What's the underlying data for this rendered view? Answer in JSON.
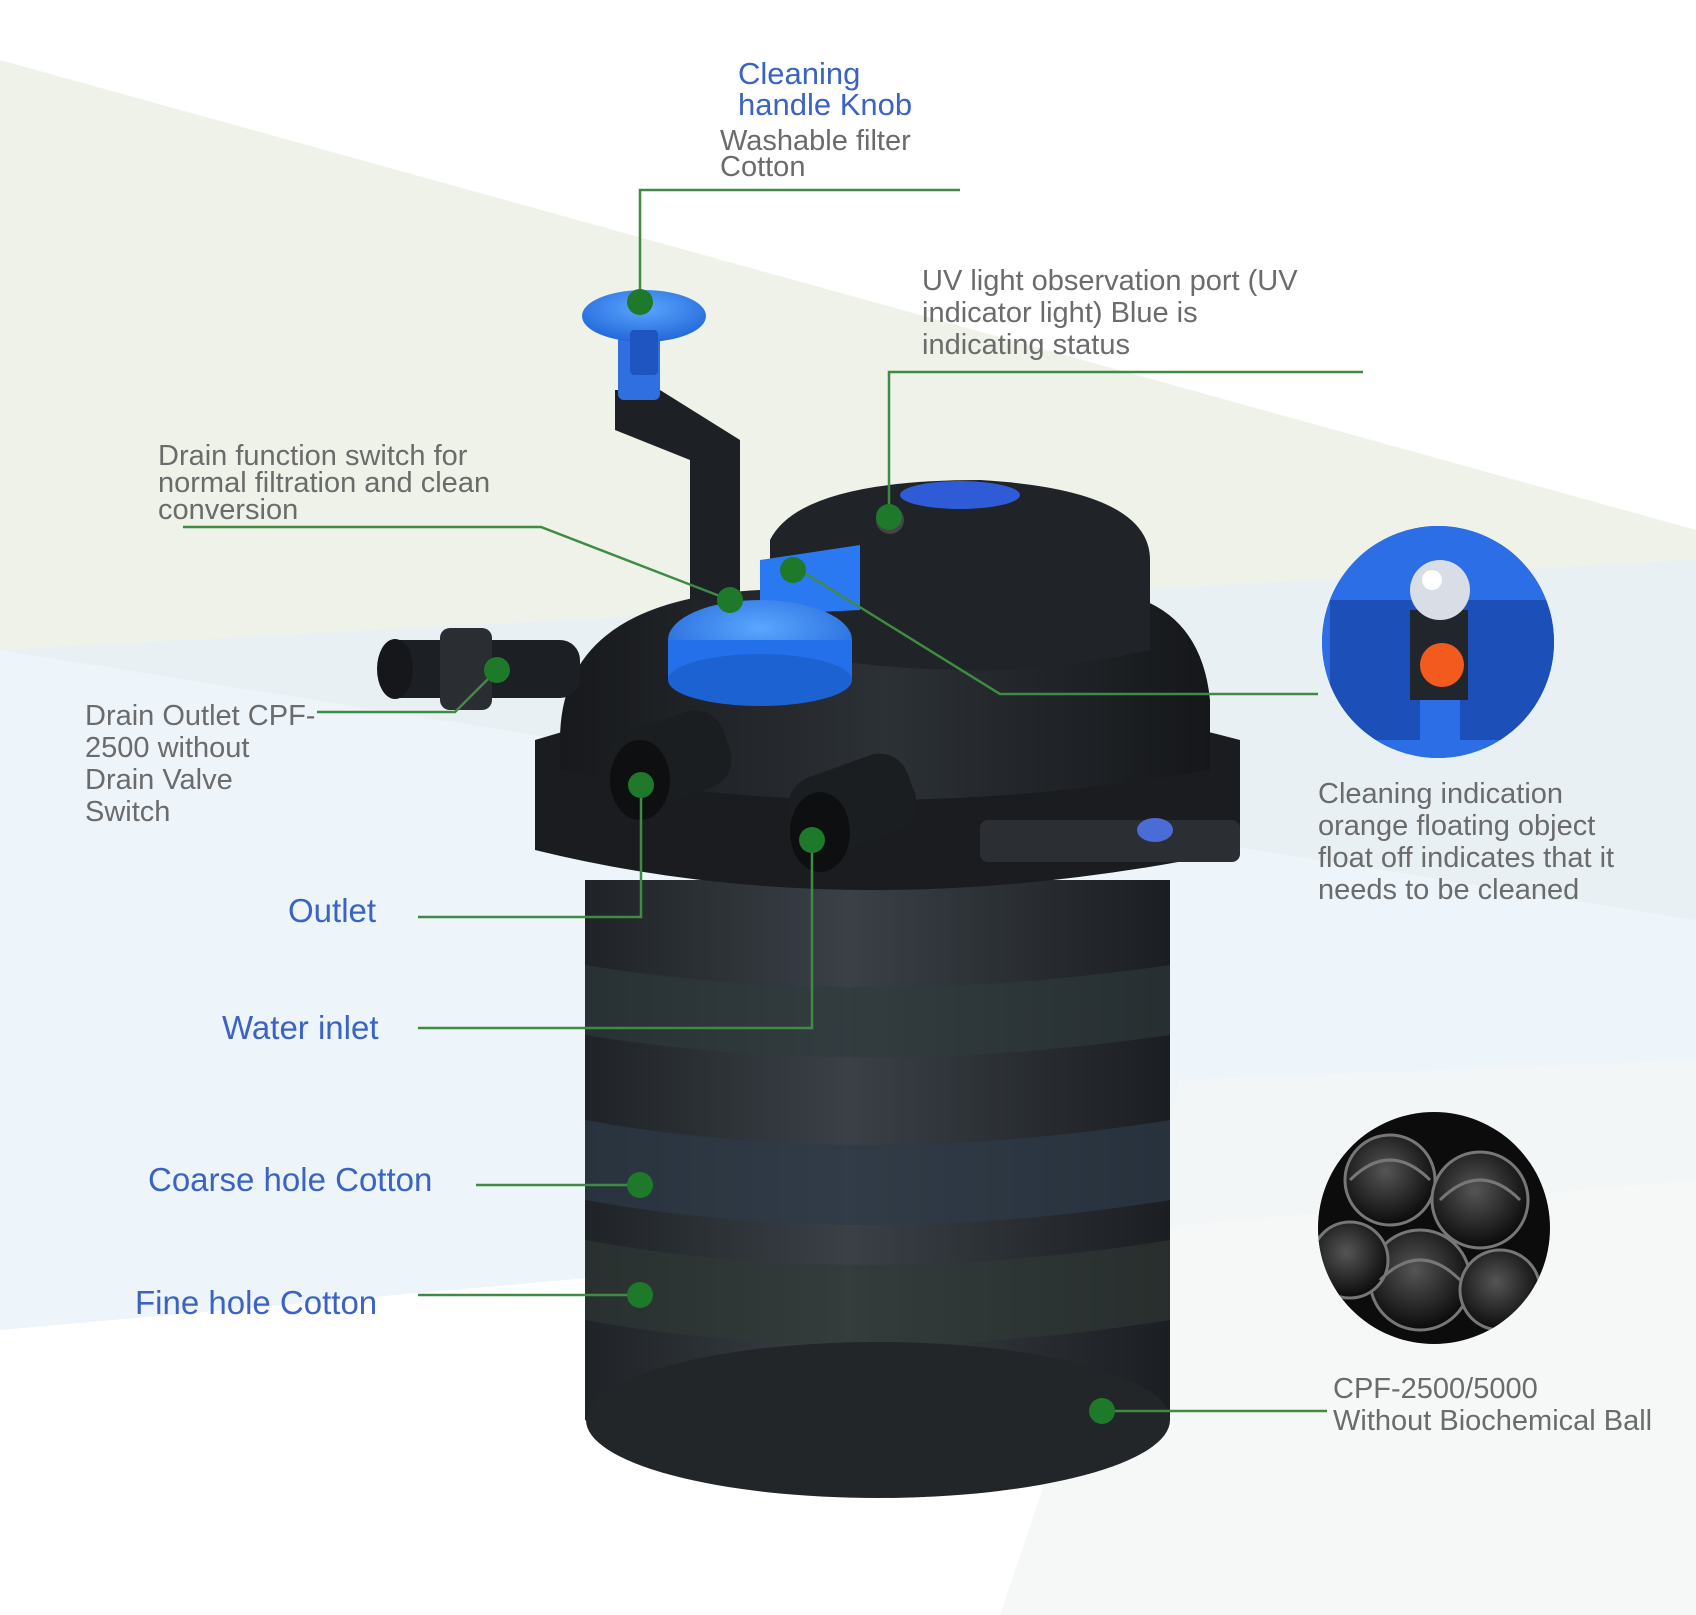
{
  "colors": {
    "label_blue": "#3b63c4",
    "label_gray": "#6b6b6b",
    "leader_green": "#3f8b43",
    "dot_green": "#1e7a2a",
    "accent_blue": "#2f7fe6",
    "float_orange": "#f25a1e",
    "body_dark": "#2e3338"
  },
  "labels": {
    "cleaning_knob": [
      "Cleaning",
      "handle Knob"
    ],
    "washable_filter": [
      "Washable filter",
      "Cotton"
    ],
    "uv_port": [
      "UV light observation port (UV",
      "indicator light) Blue is",
      "indicating status"
    ],
    "drain_switch": [
      "Drain function switch for",
      "normal filtration and clean",
      "conversion"
    ],
    "drain_outlet": [
      "Drain Outlet CPF-",
      "2500 without",
      "Drain Valve",
      "Switch"
    ],
    "outlet": "Outlet",
    "water_inlet": "Water inlet",
    "coarse_cotton": "Coarse hole Cotton",
    "fine_cotton": "Fine hole Cotton",
    "cleaning_indication": [
      "Cleaning indication",
      "orange floating object",
      "float off indicates that it",
      "needs to be cleaned"
    ],
    "model_note": [
      "CPF-2500/5000",
      "Without Biochemical Ball"
    ]
  }
}
